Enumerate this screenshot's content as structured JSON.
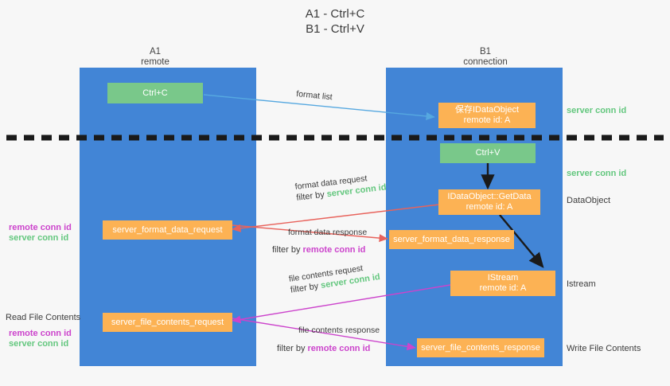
{
  "title": {
    "line1": "A1 - Ctrl+C",
    "line2": "B1 - Ctrl+V"
  },
  "columns": [
    {
      "name": "A1",
      "sub": "remote"
    },
    {
      "name": "B1",
      "sub": "connection"
    }
  ],
  "nodes": {
    "ctrl_c": "Ctrl+C",
    "save_idataobject": {
      "line1": "保存IDataObject",
      "line2": "remote id: A"
    },
    "ctrl_v": "Ctrl+V",
    "getdata": {
      "line1": "IDataObject::GetData",
      "line2": "remote id: A"
    },
    "istream": {
      "line1": "IStream",
      "line2": "remote id: A"
    },
    "server_format_data_request": "server_format_data_request",
    "server_format_data_response": "server_format_data_response",
    "server_file_contents_request": "server_file_contents_request",
    "server_file_contents_response": "server_file_contents_response"
  },
  "edges": {
    "format_list": "format list",
    "format_data_request": "format data request",
    "format_data_request_filter_prefix": "filter by ",
    "format_data_request_filter_key": "server conn id",
    "format_data_response": "format data response",
    "format_data_response_filter_prefix": "filter by ",
    "format_data_response_filter_key": "remote conn id",
    "file_contents_request": "file contents request",
    "file_contents_request_filter_prefix": "filter by ",
    "file_contents_request_filter_key": "server conn id",
    "file_contents_response": "file contents response",
    "file_contents_response_filter_prefix": "filter by ",
    "file_contents_response_filter_key": "remote conn id"
  },
  "right_labels": {
    "server_conn_id_top": "server conn id",
    "server_conn_id_mid": "server conn id",
    "dataobject": "DataObject",
    "istream": "Istream",
    "write_file_contents": "Write File Contents"
  },
  "left_labels": {
    "remote_conn_id_1": "remote conn id",
    "server_conn_id_1": "server conn id",
    "read_file_contents": "Read File Contents",
    "remote_conn_id_2": "remote conn id",
    "server_conn_id_2": "server conn id"
  },
  "colors": {
    "lane": "#4285d6",
    "green_node": "#79c88a",
    "orange_node": "#fcb254",
    "green_text": "#63c77e",
    "magenta_text": "#cc44cc",
    "blue_arrow": "#56a8e0",
    "red_arrow": "#e8635c",
    "magenta_arrow": "#cc44cc",
    "dark_arrow": "#1a1a1a",
    "background": "#f7f7f7"
  }
}
